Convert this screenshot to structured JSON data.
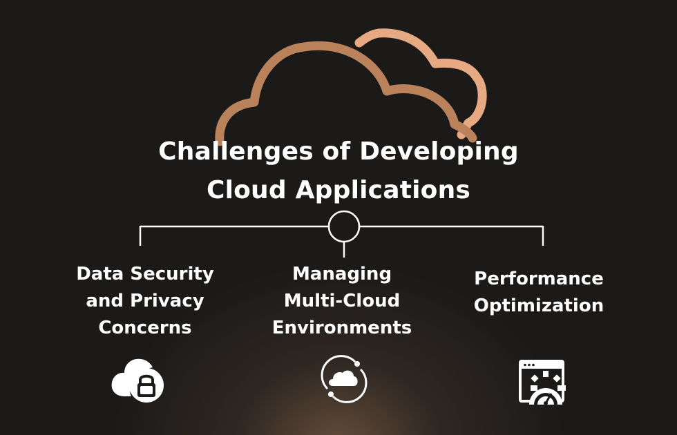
{
  "title": {
    "line1": "Challenges of Developing",
    "line2": "Cloud Applications"
  },
  "branches": [
    {
      "lines": [
        "Data Security",
        "and Privacy",
        "Concerns"
      ],
      "icon": "cloud-lock-icon"
    },
    {
      "lines": [
        "Managing",
        "Multi-Cloud",
        "Environments"
      ],
      "icon": "cloud-sync-icon"
    },
    {
      "lines": [
        "Performance",
        "Optimization"
      ],
      "icon": "browser-speedometer-icon"
    }
  ],
  "colors": {
    "background": "#1b1a19",
    "cloud_back": "#e7a981",
    "cloud_front": "#b9825a",
    "line": "#ffffff",
    "text": "#ffffff"
  }
}
